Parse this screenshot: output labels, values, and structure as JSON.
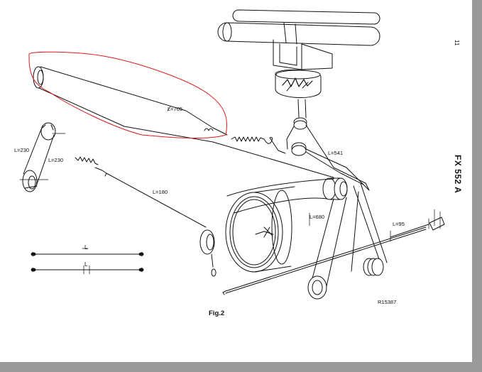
{
  "diagram": {
    "page_mark": "11",
    "model": "FX 552 A",
    "figure": "Fig.2",
    "ref": "R15387",
    "cords": {
      "c705": "L=705",
      "c230a": "L=230",
      "c230b": "L=230",
      "c180": "L=180",
      "c541": "L=541",
      "c680": "L=680",
      "c95": "L=95"
    },
    "legend": {
      "len_a": "L",
      "len_b": "L"
    }
  },
  "colors": {
    "ink": "#111111",
    "paper": "#ffffff",
    "border": "#9a9a9a",
    "highlight": "#d81b1b"
  }
}
